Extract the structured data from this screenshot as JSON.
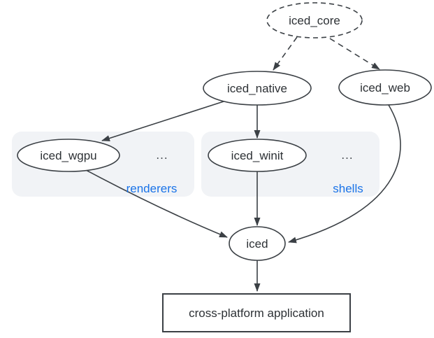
{
  "diagram": {
    "nodes": {
      "iced_core": {
        "label": "iced_core",
        "shape": "ellipse",
        "border": "dashed"
      },
      "iced_native": {
        "label": "iced_native",
        "shape": "ellipse",
        "border": "solid"
      },
      "iced_web": {
        "label": "iced_web",
        "shape": "ellipse",
        "border": "solid"
      },
      "iced_wgpu": {
        "label": "iced_wgpu",
        "shape": "ellipse",
        "border": "solid",
        "group": "renderers"
      },
      "iced_winit": {
        "label": "iced_winit",
        "shape": "ellipse",
        "border": "solid",
        "group": "shells"
      },
      "iced": {
        "label": "iced",
        "shape": "ellipse",
        "border": "solid"
      },
      "app": {
        "label": "cross-platform application",
        "shape": "rect",
        "border": "solid"
      }
    },
    "groups": {
      "renderers": {
        "label": "renderers",
        "ellipsis": "..."
      },
      "shells": {
        "label": "shells",
        "ellipsis": "..."
      }
    },
    "edges": [
      {
        "from": "iced_core",
        "to": "iced_native",
        "style": "dashed"
      },
      {
        "from": "iced_core",
        "to": "iced_web",
        "style": "dashed"
      },
      {
        "from": "iced_native",
        "to": "iced_wgpu",
        "style": "solid"
      },
      {
        "from": "iced_native",
        "to": "iced_winit",
        "style": "solid"
      },
      {
        "from": "iced_wgpu",
        "to": "iced",
        "style": "solid"
      },
      {
        "from": "iced_winit",
        "to": "iced",
        "style": "solid"
      },
      {
        "from": "iced_web",
        "to": "iced",
        "style": "solid"
      },
      {
        "from": "iced",
        "to": "app",
        "style": "solid"
      }
    ],
    "colors": {
      "stroke": "#3b4045",
      "text": "#2d3135",
      "group_fill": "#f1f3f6",
      "group_label": "#1a73e8",
      "background": "#ffffff"
    }
  }
}
